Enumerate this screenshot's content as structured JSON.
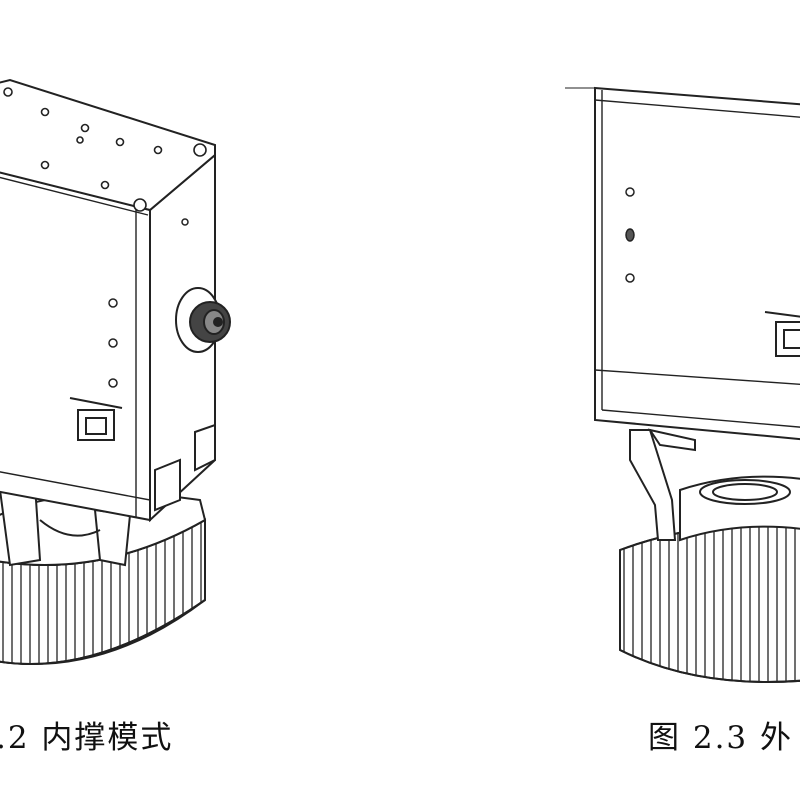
{
  "captions": {
    "left": ".2 内撑模式",
    "right": "图 2.3 外"
  },
  "figures": {
    "left": {
      "subject": "gripper-internal-expansion-mode"
    },
    "right": {
      "subject": "gripper-external-clamp-mode"
    }
  }
}
